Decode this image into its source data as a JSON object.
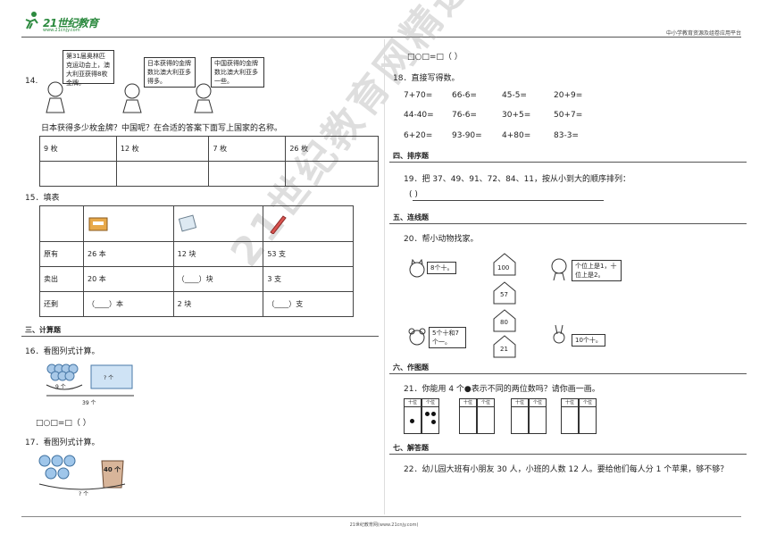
{
  "header": {
    "logo_text": "21世纪教育",
    "logo_url": "www.21cnjy.com",
    "right_text": "中小学教育资源及组卷应用平台"
  },
  "watermark": "21世纪教育网精选资料",
  "footer": "21世纪教育网(www.21cnjy.com)",
  "q14": {
    "num": "14.",
    "bubbles": [
      "第31届奥林匹克运动会上，澳大利亚获得8枚金牌。",
      "日本获得的金牌数比澳大利亚多得多。",
      "中国获得的金牌数比澳大利亚多一些。"
    ],
    "question": "日本获得多少枚金牌？中国呢？在合适的答案下面写上国家的名称。",
    "options": [
      "9 枚",
      "12 枚",
      "7 枚",
      "26 枚"
    ]
  },
  "q15": {
    "title": "15．填表",
    "rows": [
      {
        "label": "原有",
        "c1": "26 本",
        "c2": "12 块",
        "c3": "53 支"
      },
      {
        "label": "卖出",
        "c1": "20 本",
        "c2": "（____）块",
        "c3": "3 支"
      },
      {
        "label": "还剩",
        "c1": "（____）本",
        "c2": "2 块",
        "c3": "（____）支"
      }
    ]
  },
  "sec3": "三、计算题",
  "q16": {
    "title": "16．看图列式计算。",
    "left_label": "9 个",
    "box_label": "? 个",
    "total": "39 个",
    "formula": "□○□=□（  ）"
  },
  "q17": {
    "title": "17．看图列式计算。",
    "bucket": "40 个",
    "total": "? 个"
  },
  "top_formula": "□○□=□（  ）",
  "q18": {
    "title": "18．直接写得数。",
    "rows": [
      [
        "7+70=",
        "66-6=",
        "45-5=",
        "20+9="
      ],
      [
        "44-40=",
        "76-6=",
        "30+5=",
        "50+7="
      ],
      [
        "6+20=",
        "93-90=",
        "4+80=",
        "83-3="
      ]
    ]
  },
  "sec4": "四、排序题",
  "q19": {
    "text": "19．把 37、49、91、72、84、11，按从小到大的顺序排列：",
    "blank": "(                                              )"
  },
  "sec5": "五、连线题",
  "q20": {
    "title": "20．帮小动物找家。",
    "animals": [
      "8个十。",
      "5个十和7个一。",
      "个位上是1，十位上是2。",
      "10个十。"
    ],
    "houses": [
      "100",
      "57",
      "80",
      "21"
    ]
  },
  "sec6": "六、作图题",
  "q21": {
    "text": "21．你能用 4 个●表示不同的两位数吗？请你画一画。",
    "tens": "十位",
    "ones": "个位"
  },
  "sec7": "七、解答题",
  "q22": {
    "text": "22．幼儿园大班有小朋友 30 人，小班的人数 12 人。要给他们每人分 1 个苹果，够不够？"
  }
}
